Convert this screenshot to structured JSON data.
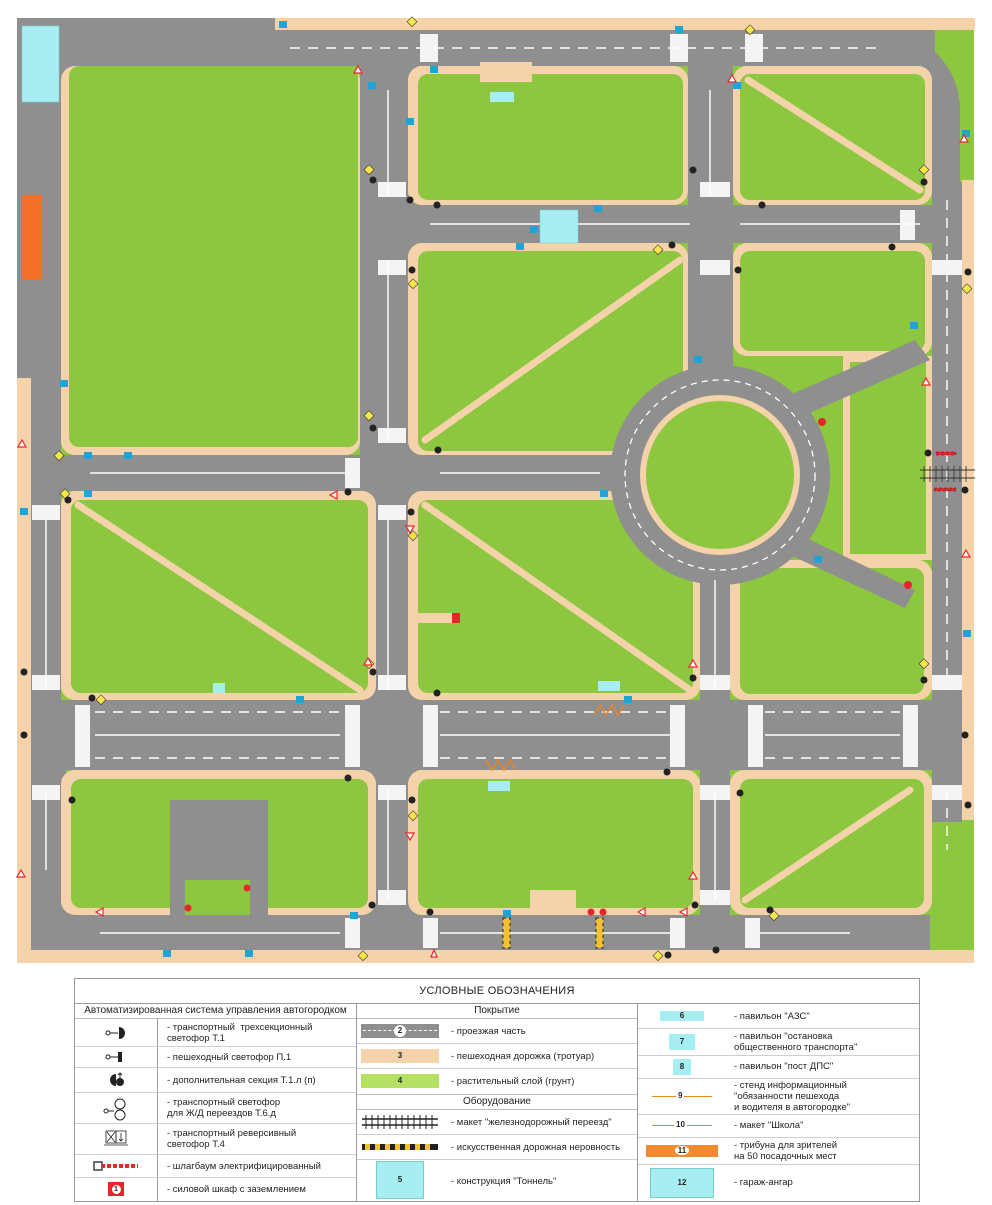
{
  "legend": {
    "title": "УСЛОВНЫЕ ОБОЗНАЧЕНИЯ",
    "col1_header": "Автоматизированная система управления автогородком",
    "col2_header": "Покрытие",
    "col2_sub_header": "Оборудование",
    "col1_items": [
      {
        "label": "- транспортный  трехсекционный\nсветофор Т.1",
        "icon": "traffic-light-3-icon"
      },
      {
        "label": "- пешеходный светофор П.1",
        "icon": "pedestrian-light-icon"
      },
      {
        "label": "- дополнительная секция Т.1.л (п)",
        "icon": "extra-section-icon"
      },
      {
        "label": "- транспортный светофор\nдля Ж/Д переездов Т.6.д",
        "icon": "rail-light-icon"
      },
      {
        "label": "- транспортный реверсивный\nсветофор Т.4",
        "icon": "reverse-light-icon"
      },
      {
        "label": "- шлагбаум электрифицированный",
        "icon": "barrier-icon"
      },
      {
        "label": "- силовой шкаф с заземлением",
        "icon": "power-cabinet-icon",
        "num": "1"
      }
    ],
    "col2_items": [
      {
        "label": "- проезжая часть",
        "num": "2"
      },
      {
        "label": "- пешеходная дорожка (тротуар)",
        "num": "3"
      },
      {
        "label": "- растительный слой (грунт)",
        "num": "4"
      }
    ],
    "col2_equipment": [
      {
        "label": "- макет \"железнодорожный переезд\"",
        "icon": "railway-crossing-icon"
      },
      {
        "label": "- искусственная дорожная неровность",
        "icon": "speed-bump-icon"
      },
      {
        "label": "- конструкция \"Тоннель\"",
        "num": "5"
      }
    ],
    "col3_items": [
      {
        "label": "- павильон \"АЗС\"",
        "num": "6"
      },
      {
        "label": "- павильон \"остановка\nобщественного транспорта\"",
        "num": "7"
      },
      {
        "label": "- павильон \"пост ДПС\"",
        "num": "8"
      },
      {
        "label": "- стенд информационный\n\"обязанности пешехода\nи водителя в автогородке\"",
        "num": "9"
      },
      {
        "label": "- макет \"Школа\"",
        "num": "10"
      },
      {
        "label": "- трибуна для зрителей\nна 50 посадочных мест",
        "num": "11"
      },
      {
        "label": "- гараж-ангар",
        "num": "12"
      }
    ]
  },
  "colors": {
    "road": "#8f8f8f",
    "sidewalk": "#f5d3aa",
    "grass": "#8dc63f",
    "tunnel": "#a6eef2",
    "power": "#e8252b",
    "tribune": "#f28a30",
    "marking": "#ffffff"
  }
}
